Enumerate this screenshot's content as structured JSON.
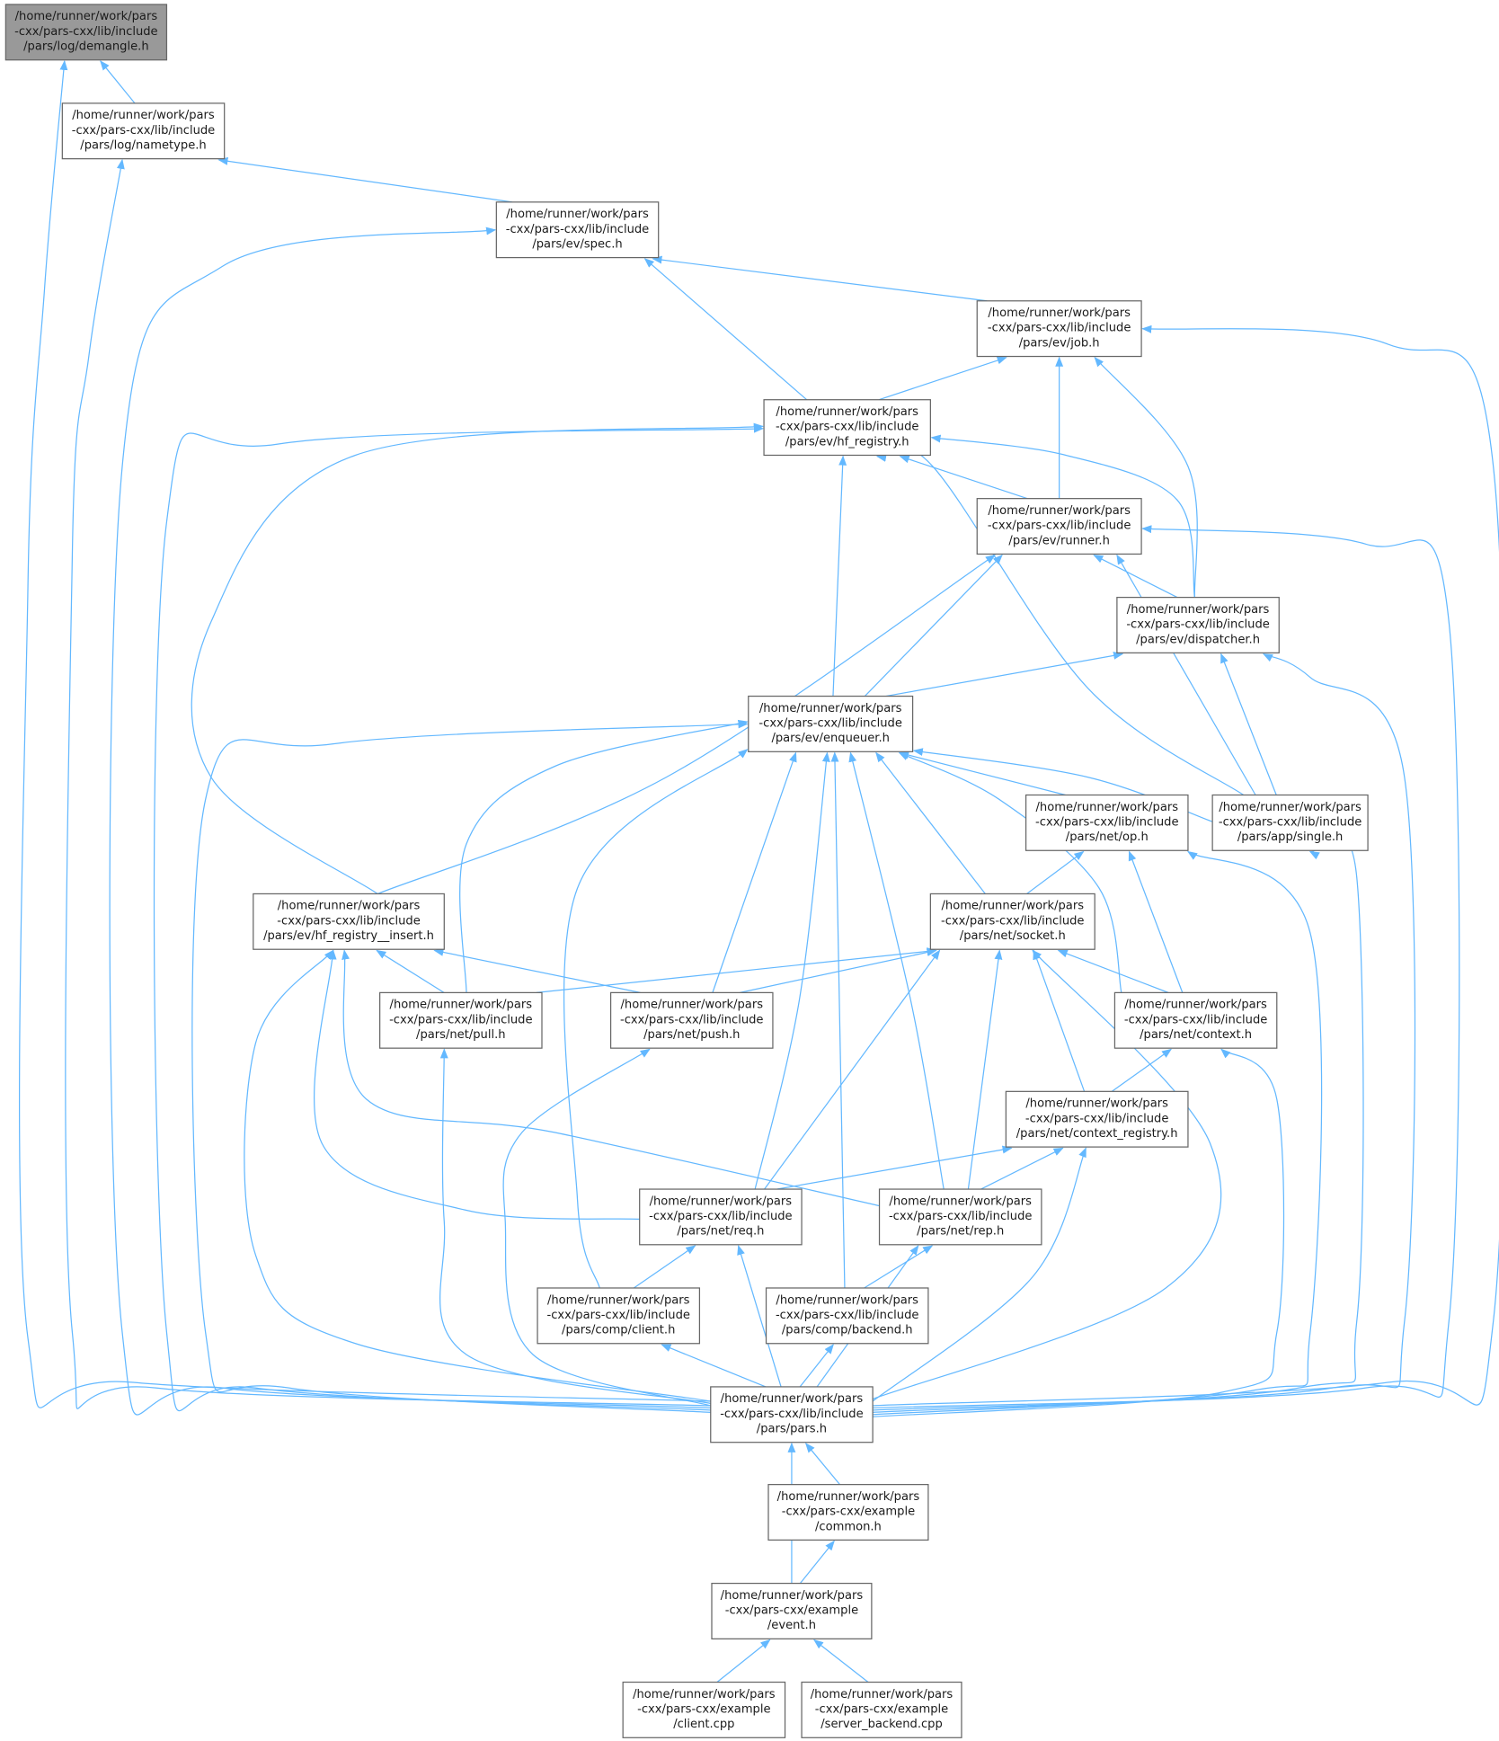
{
  "colors": {
    "edge": "#63b8ff",
    "focus_fill": "#999999",
    "node_border": "#666666"
  },
  "nodes": [
    {
      "id": "demangle",
      "focus": true,
      "lines": [
        "/home/runner/work/pars",
        "-cxx/pars-cxx/lib/include",
        "/pars/log/demangle.h"
      ]
    },
    {
      "id": "nametype",
      "lines": [
        "/home/runner/work/pars",
        "-cxx/pars-cxx/lib/include",
        "/pars/log/nametype.h"
      ]
    },
    {
      "id": "spec",
      "lines": [
        "/home/runner/work/pars",
        "-cxx/pars-cxx/lib/include",
        "/pars/ev/spec.h"
      ]
    },
    {
      "id": "job",
      "lines": [
        "/home/runner/work/pars",
        "-cxx/pars-cxx/lib/include",
        "/pars/ev/job.h"
      ]
    },
    {
      "id": "hf_registry",
      "lines": [
        "/home/runner/work/pars",
        "-cxx/pars-cxx/lib/include",
        "/pars/ev/hf_registry.h"
      ]
    },
    {
      "id": "runner",
      "lines": [
        "/home/runner/work/pars",
        "-cxx/pars-cxx/lib/include",
        "/pars/ev/runner.h"
      ]
    },
    {
      "id": "dispatcher",
      "lines": [
        "/home/runner/work/pars",
        "-cxx/pars-cxx/lib/include",
        "/pars/ev/dispatcher.h"
      ]
    },
    {
      "id": "enqueuer",
      "lines": [
        "/home/runner/work/pars",
        "-cxx/pars-cxx/lib/include",
        "/pars/ev/enqueuer.h"
      ]
    },
    {
      "id": "op",
      "lines": [
        "/home/runner/work/pars",
        "-cxx/pars-cxx/lib/include",
        "/pars/net/op.h"
      ]
    },
    {
      "id": "single",
      "lines": [
        "/home/runner/work/pars",
        "-cxx/pars-cxx/lib/include",
        "/pars/app/single.h"
      ]
    },
    {
      "id": "hf_insert",
      "lines": [
        "/home/runner/work/pars",
        "-cxx/pars-cxx/lib/include",
        "/pars/ev/hf_registry__insert.h"
      ]
    },
    {
      "id": "socket",
      "lines": [
        "/home/runner/work/pars",
        "-cxx/pars-cxx/lib/include",
        "/pars/net/socket.h"
      ]
    },
    {
      "id": "pull",
      "lines": [
        "/home/runner/work/pars",
        "-cxx/pars-cxx/lib/include",
        "/pars/net/pull.h"
      ]
    },
    {
      "id": "push",
      "lines": [
        "/home/runner/work/pars",
        "-cxx/pars-cxx/lib/include",
        "/pars/net/push.h"
      ]
    },
    {
      "id": "context",
      "lines": [
        "/home/runner/work/pars",
        "-cxx/pars-cxx/lib/include",
        "/pars/net/context.h"
      ]
    },
    {
      "id": "context_registry",
      "lines": [
        "/home/runner/work/pars",
        "-cxx/pars-cxx/lib/include",
        "/pars/net/context_registry.h"
      ]
    },
    {
      "id": "req",
      "lines": [
        "/home/runner/work/pars",
        "-cxx/pars-cxx/lib/include",
        "/pars/net/req.h"
      ]
    },
    {
      "id": "rep",
      "lines": [
        "/home/runner/work/pars",
        "-cxx/pars-cxx/lib/include",
        "/pars/net/rep.h"
      ]
    },
    {
      "id": "comp_client",
      "lines": [
        "/home/runner/work/pars",
        "-cxx/pars-cxx/lib/include",
        "/pars/comp/client.h"
      ]
    },
    {
      "id": "comp_backend",
      "lines": [
        "/home/runner/work/pars",
        "-cxx/pars-cxx/lib/include",
        "/pars/comp/backend.h"
      ]
    },
    {
      "id": "pars",
      "lines": [
        "/home/runner/work/pars",
        "-cxx/pars-cxx/lib/include",
        "/pars/pars.h"
      ]
    },
    {
      "id": "common",
      "lines": [
        "/home/runner/work/pars",
        "-cxx/pars-cxx/example",
        "/common.h"
      ]
    },
    {
      "id": "event",
      "lines": [
        "/home/runner/work/pars",
        "-cxx/pars-cxx/example",
        "/event.h"
      ]
    },
    {
      "id": "client_cpp",
      "lines": [
        "/home/runner/work/pars",
        "-cxx/pars-cxx/example",
        "/client.cpp"
      ]
    },
    {
      "id": "server_backend_cpp",
      "lines": [
        "/home/runner/work/pars",
        "-cxx/pars-cxx/example",
        "/server_backend.cpp"
      ]
    }
  ],
  "edges": [
    [
      "nametype",
      "demangle"
    ],
    [
      "pars",
      "demangle"
    ],
    [
      "spec",
      "nametype"
    ],
    [
      "pars",
      "nametype"
    ],
    [
      "hf_registry",
      "spec"
    ],
    [
      "pars",
      "spec"
    ],
    [
      "job",
      "spec"
    ],
    [
      "hf_registry",
      "job"
    ],
    [
      "runner",
      "job"
    ],
    [
      "dispatcher",
      "job"
    ],
    [
      "pars",
      "job"
    ],
    [
      "runner",
      "hf_registry"
    ],
    [
      "dispatcher",
      "hf_registry"
    ],
    [
      "enqueuer",
      "hf_registry"
    ],
    [
      "single",
      "hf_registry"
    ],
    [
      "hf_insert",
      "hf_registry"
    ],
    [
      "pars",
      "hf_registry"
    ],
    [
      "dispatcher",
      "runner"
    ],
    [
      "enqueuer",
      "runner"
    ],
    [
      "single",
      "runner"
    ],
    [
      "hf_insert",
      "runner"
    ],
    [
      "pars",
      "runner"
    ],
    [
      "enqueuer",
      "dispatcher"
    ],
    [
      "single",
      "dispatcher"
    ],
    [
      "pars",
      "dispatcher"
    ],
    [
      "op",
      "enqueuer"
    ],
    [
      "single",
      "enqueuer"
    ],
    [
      "socket",
      "enqueuer"
    ],
    [
      "context",
      "enqueuer"
    ],
    [
      "pull",
      "enqueuer"
    ],
    [
      "push",
      "enqueuer"
    ],
    [
      "req",
      "enqueuer"
    ],
    [
      "rep",
      "enqueuer"
    ],
    [
      "comp_client",
      "enqueuer"
    ],
    [
      "comp_backend",
      "enqueuer"
    ],
    [
      "pars",
      "enqueuer"
    ],
    [
      "socket",
      "op"
    ],
    [
      "context",
      "op"
    ],
    [
      "pars",
      "op"
    ],
    [
      "pars",
      "single"
    ],
    [
      "pull",
      "hf_insert"
    ],
    [
      "push",
      "hf_insert"
    ],
    [
      "req",
      "hf_insert"
    ],
    [
      "rep",
      "hf_insert"
    ],
    [
      "pars",
      "hf_insert"
    ],
    [
      "pull",
      "socket"
    ],
    [
      "push",
      "socket"
    ],
    [
      "context",
      "socket"
    ],
    [
      "context_registry",
      "socket"
    ],
    [
      "req",
      "socket"
    ],
    [
      "rep",
      "socket"
    ],
    [
      "pars",
      "socket"
    ],
    [
      "pars",
      "pull"
    ],
    [
      "pars",
      "push"
    ],
    [
      "context_registry",
      "context"
    ],
    [
      "pars",
      "context"
    ],
    [
      "req",
      "context_registry"
    ],
    [
      "rep",
      "context_registry"
    ],
    [
      "pars",
      "context_registry"
    ],
    [
      "comp_client",
      "req"
    ],
    [
      "pars",
      "req"
    ],
    [
      "comp_backend",
      "rep"
    ],
    [
      "pars",
      "rep"
    ],
    [
      "pars",
      "comp_client"
    ],
    [
      "pars",
      "comp_backend"
    ],
    [
      "common",
      "pars"
    ],
    [
      "event",
      "pars"
    ],
    [
      "event",
      "common"
    ],
    [
      "client_cpp",
      "event"
    ],
    [
      "server_backend_cpp",
      "event"
    ]
  ]
}
